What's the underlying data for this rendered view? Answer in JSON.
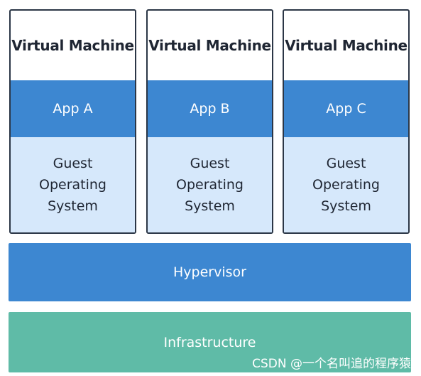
{
  "vms": [
    {
      "title": "Virtual Machine",
      "app": "App A",
      "os_line1": "Guest",
      "os_line2": "Operating",
      "os_line3": "System"
    },
    {
      "title": "Virtual Machine",
      "app": "App B",
      "os_line1": "Guest",
      "os_line2": "Operating",
      "os_line3": "System"
    },
    {
      "title": "Virtual Machine",
      "app": "App C",
      "os_line1": "Guest",
      "os_line2": "Operating",
      "os_line3": "System"
    }
  ],
  "hypervisor": {
    "label": "Hypervisor"
  },
  "infrastructure": {
    "label": "Infrastructure"
  },
  "watermark": {
    "text": "CSDN @一个名叫追的程序猿"
  },
  "colors": {
    "app_blue": "#3d87d1",
    "os_light_blue": "#d6e8fb",
    "infra_green": "#5fbba7",
    "border_dark": "#2b3646"
  }
}
